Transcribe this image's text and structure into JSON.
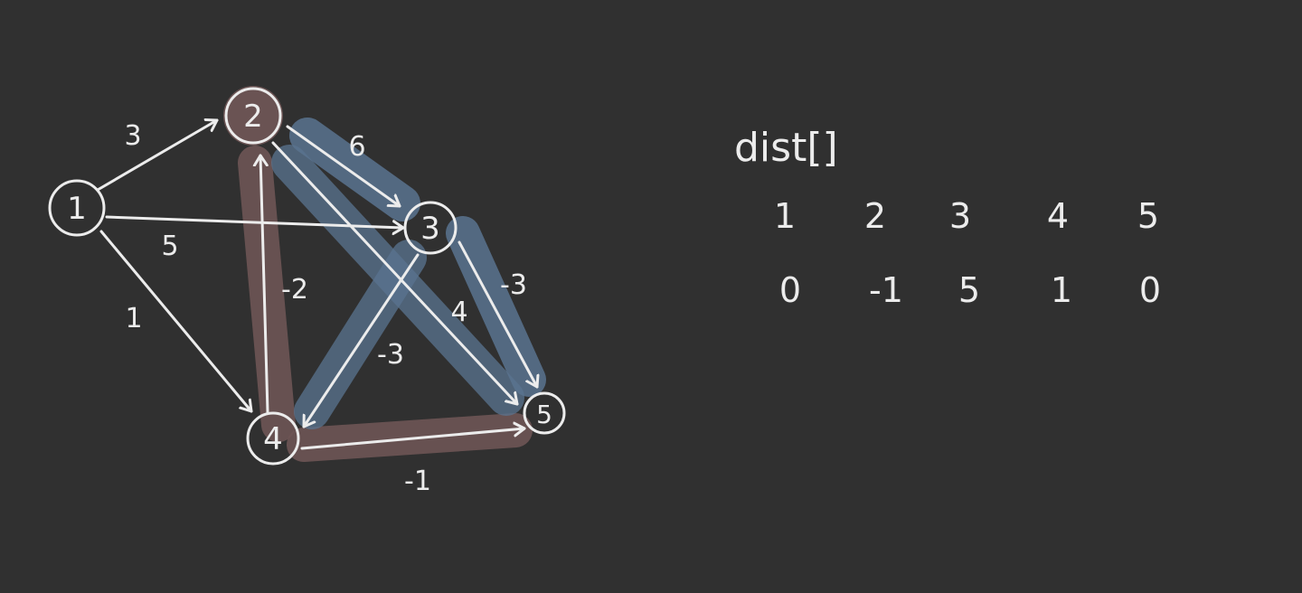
{
  "colors": {
    "background": "#303030",
    "ink": "#ececec",
    "highlight_blue": "#5a7490",
    "highlight_brown": "#6e5555"
  },
  "graph": {
    "nodes": [
      {
        "id": "1",
        "label": "1"
      },
      {
        "id": "2",
        "label": "2"
      },
      {
        "id": "3",
        "label": "3"
      },
      {
        "id": "4",
        "label": "4"
      },
      {
        "id": "5",
        "label": "5"
      }
    ],
    "edges": [
      {
        "from": "1",
        "to": "2",
        "weight": "3"
      },
      {
        "from": "1",
        "to": "3",
        "weight": "5"
      },
      {
        "from": "1",
        "to": "4",
        "weight": "1"
      },
      {
        "from": "2",
        "to": "3",
        "weight": "6",
        "highlight": "blue"
      },
      {
        "from": "2",
        "to": "5",
        "weight": "4",
        "highlight": "blue"
      },
      {
        "from": "3",
        "to": "4",
        "weight": "-3",
        "highlight": "blue"
      },
      {
        "from": "3",
        "to": "5",
        "weight": "-3",
        "highlight": "blue"
      },
      {
        "from": "4",
        "to": "2",
        "weight": "-2",
        "highlight": "brown"
      },
      {
        "from": "4",
        "to": "5",
        "weight": "-1",
        "highlight": "brown"
      }
    ],
    "highlighted_nodes": [
      {
        "id": "2",
        "highlight": "brown"
      }
    ]
  },
  "dist": {
    "title": "dist[]",
    "indices": [
      "1",
      "2",
      "3",
      "4",
      "5"
    ],
    "values": [
      "0",
      "-1",
      "5",
      "1",
      "0"
    ]
  }
}
